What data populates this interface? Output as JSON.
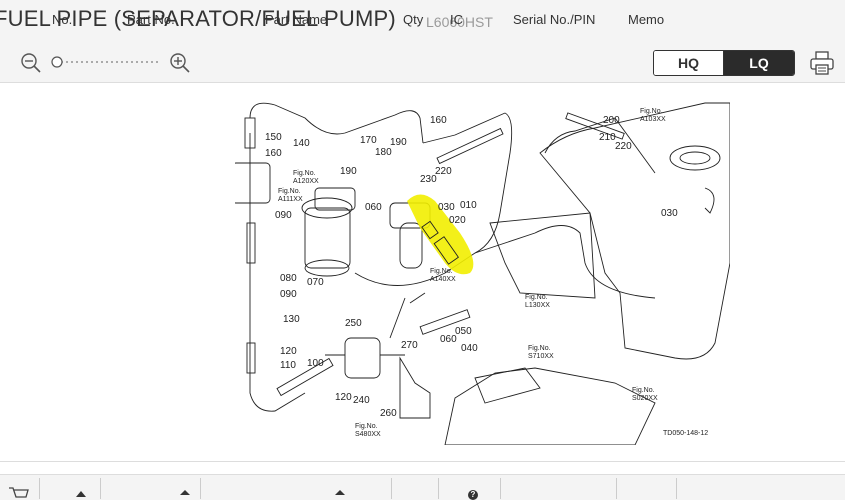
{
  "header": {
    "title": "FUEL PIPE (SEPARATOR/FUEL PUMP)",
    "model": "L6060HST"
  },
  "toolbar": {
    "zoom_out_icon": "zoom-out-icon",
    "zoom_in_icon": "zoom-in-icon",
    "zoom_level": 0,
    "quality_options": [
      "HQ",
      "LQ"
    ],
    "quality_selected": "LQ",
    "print_icon": "printer-icon"
  },
  "diagram": {
    "callouts": [
      "150",
      "160",
      "140",
      "170",
      "180",
      "190",
      "160",
      "220",
      "230",
      "190",
      "060",
      "030",
      "010",
      "020",
      "200",
      "210",
      "220",
      "030",
      "090",
      "080",
      "090",
      "070",
      "130",
      "250",
      "050",
      "060",
      "040",
      "270",
      "120",
      "110",
      "100",
      "120",
      "240",
      "260"
    ],
    "fig_refs": [
      [
        "Fig.No.",
        "A120XX"
      ],
      [
        "Fig.No.",
        "A111XX"
      ],
      [
        "Fig.No.",
        "A140XX"
      ],
      [
        "Fig.No.",
        "A103XX"
      ],
      [
        "Fig.No.",
        "L130XX"
      ],
      [
        "Fig.No.",
        "S710XX"
      ],
      [
        "Fig.No.",
        "S020XX"
      ],
      [
        "Fig.No.",
        "S480XX"
      ]
    ],
    "drawing_code": "TD050-148-12",
    "highlight_color": "#f2ee00"
  },
  "table": {
    "cart_icon": "cart-icon",
    "columns": [
      "No.",
      "Part No.",
      "Part Name",
      "Qty",
      "IC",
      "Serial No./PIN",
      "Memo"
    ],
    "help_icon": "help-icon",
    "sort_icon": "sort-icon"
  }
}
